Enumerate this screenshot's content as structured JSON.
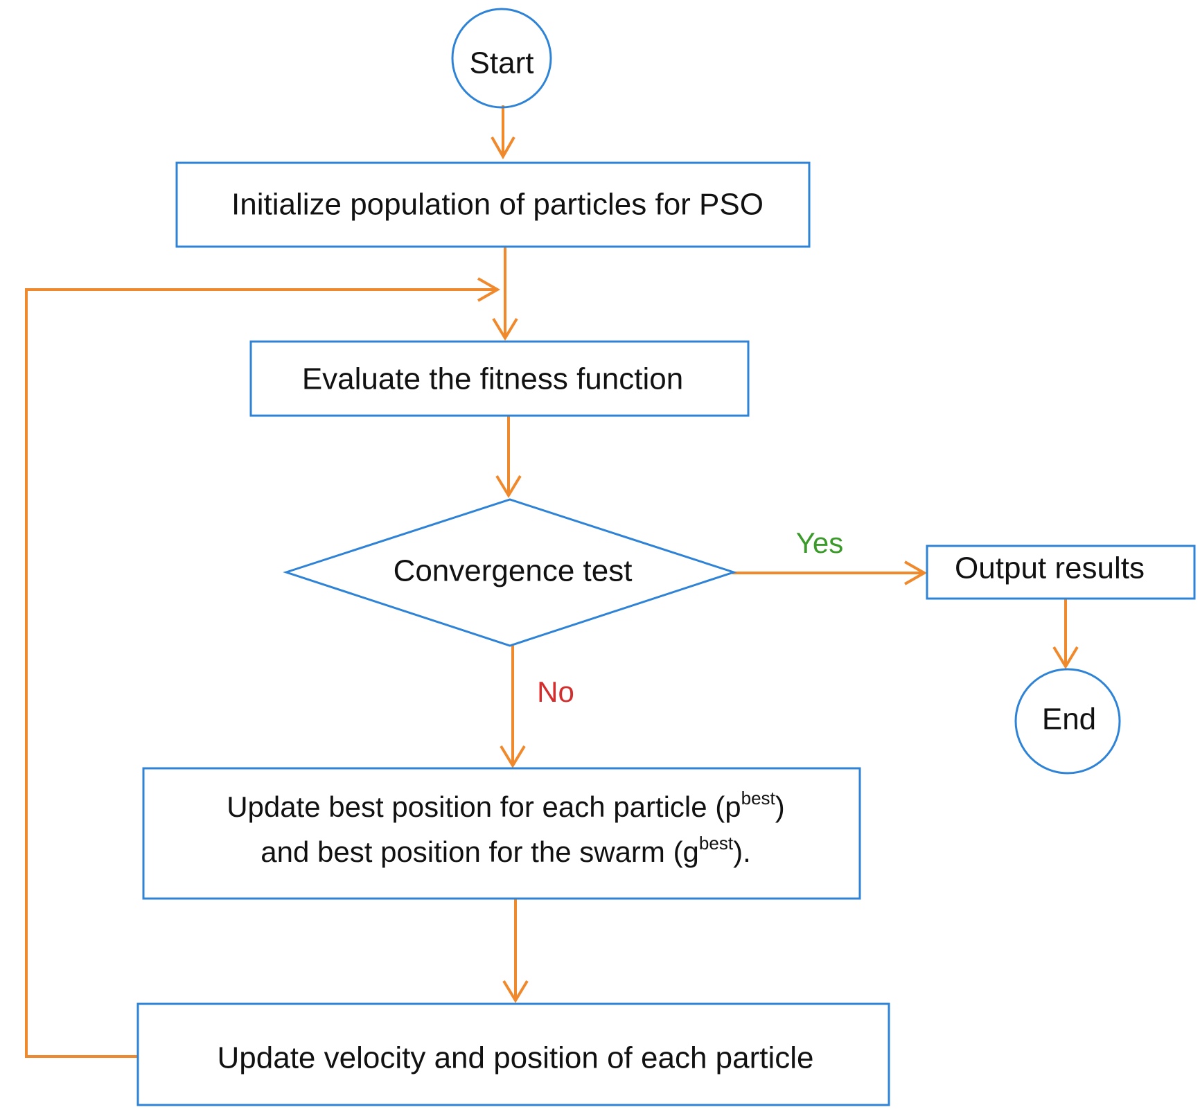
{
  "colors": {
    "node_border": "#2e83d6",
    "edge": "#f0892c",
    "yes_label": "#3a9a2a",
    "no_label": "#d42d2d",
    "text": "#111111"
  },
  "nodes": {
    "start": {
      "label": "Start",
      "shape": "circle"
    },
    "init": {
      "label": "Initialize population of particles for PSO",
      "shape": "rect"
    },
    "evaluate": {
      "label": "Evaluate the fitness function",
      "shape": "rect"
    },
    "convergence": {
      "label": "Convergence test",
      "shape": "diamond"
    },
    "output": {
      "label": "Output results",
      "shape": "rect"
    },
    "end": {
      "label": "End",
      "shape": "circle"
    },
    "update_best": {
      "line1_pre": "Update best position for each particle (p",
      "line1_sup": "best",
      "line1_post": ")",
      "line2_pre": "and best position for the swarm (g",
      "line2_sup": "best",
      "line2_post": ").",
      "shape": "rect"
    },
    "update_velocity": {
      "label": "Update velocity and position of each particle",
      "shape": "rect"
    }
  },
  "edges": {
    "yes_label": "Yes",
    "no_label": "No"
  }
}
